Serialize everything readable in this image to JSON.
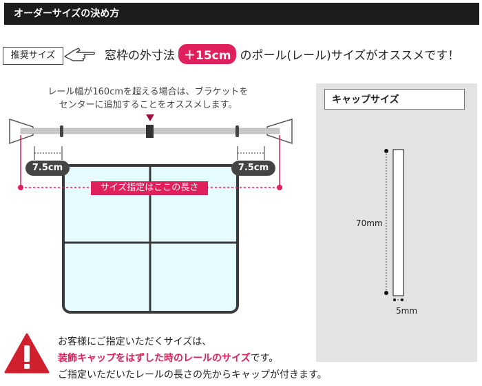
{
  "header": {
    "title": "オーダーサイズの決め方"
  },
  "recommend": {
    "badge": "推奨サイズ",
    "text_before": "窓枠の外寸法",
    "highlight": "＋15cm",
    "text_after": "のポール(レール)サイズがオススメです！"
  },
  "diagram": {
    "note_line1": "レール幅が160cmを超える場合は、ブラケットを",
    "note_line2": "センターに追加することをオススメします。",
    "left_offset": "7.5cm",
    "right_offset": "7.5cm",
    "size_label": "サイズ指定はここの長さ"
  },
  "cap": {
    "title": "キャップサイズ",
    "height_label": "70mm",
    "width_label": "5mm"
  },
  "warning": {
    "line1": "お客様にご指定いただくサイズは、",
    "line2_highlight": "装飾キャップをはずした時のレールのサイズ",
    "line2_rest": "です。",
    "line3": "ご指定いただいたレールの長さの先からキャップが付きます。"
  },
  "colors": {
    "accent": "#e0205c",
    "dark": "#1c1c1c",
    "window": "#e6fbff"
  }
}
